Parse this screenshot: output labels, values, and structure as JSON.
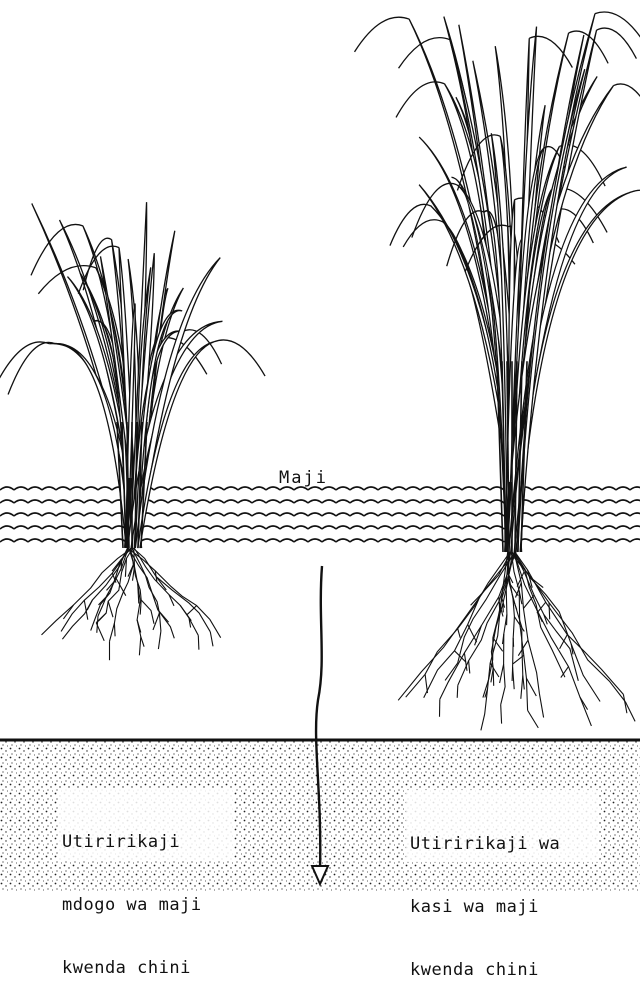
{
  "labels": {
    "water": "Maji",
    "left_note": [
      "Utiririkaji",
      "mdogo wa maji",
      "kwenda chini"
    ],
    "right_note": [
      "Utiririkaji wa",
      "kasi wa maji",
      "kwenda chini"
    ]
  },
  "colors": {
    "ink": "#111111",
    "background": "#ffffff",
    "soil_dots": "#222222"
  },
  "elements": {
    "left_plant": "small rice plant with few shallow roots",
    "right_plant": "large rice plant with deep spreading roots",
    "arrow": "downward water flow arrow"
  }
}
